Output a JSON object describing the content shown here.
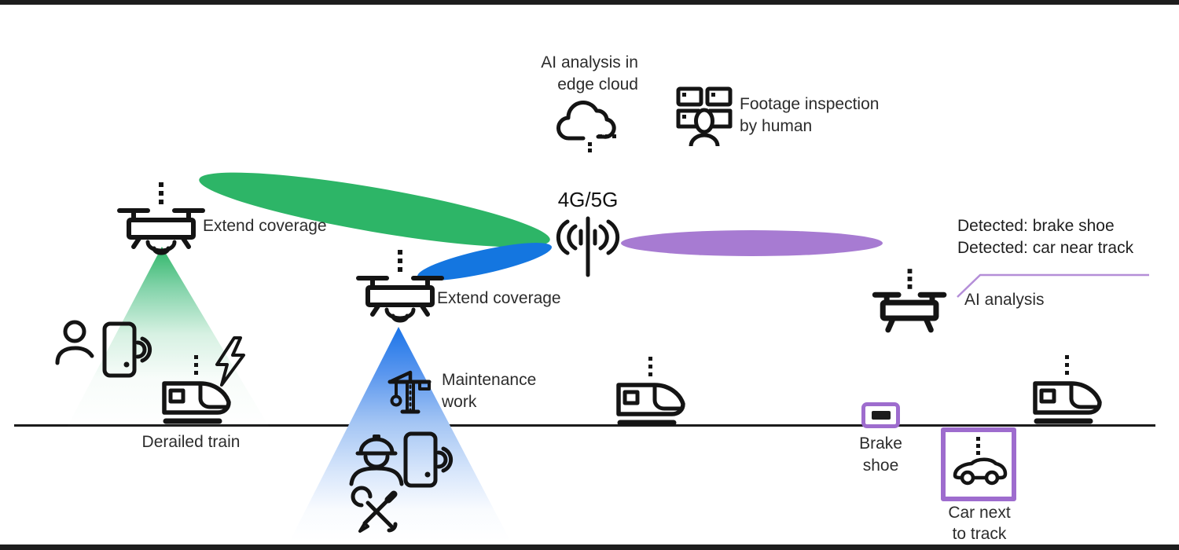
{
  "colors": {
    "coverage_green": "#2db567",
    "coverage_blue": "#1476e0",
    "link_purple": "#a77bd2",
    "detection_box_purple": "#9e6cce",
    "callout_purple": "#b48ed8",
    "ink": "#1b1b1b"
  },
  "cloud": {
    "label": "AI analysis in\nedge cloud"
  },
  "inspection": {
    "label": "Footage inspection\nby human"
  },
  "network": {
    "label": "4G/5G"
  },
  "drones": {
    "left_label": "Extend coverage",
    "mid_label": "Extend coverage",
    "right_label": "AI analysis"
  },
  "detections": {
    "text": "Detected: brake shoe\nDetected: car near track"
  },
  "ground": {
    "derailed_label": "Derailed train",
    "maintenance_label": "Maintenance\nwork",
    "brake_shoe_label": "Brake\nshoe",
    "car_label": "Car next\nto track"
  },
  "icons": {
    "cloud-edge-icon": "cloud outline with dotted links",
    "monitor-wall-person-icon": "four screens with human silhouette",
    "antenna-icon": "4G/5G mast with radio waves",
    "drone-icon": "quadcopter outline",
    "train-icon": "high-speed train with signal dots",
    "person-icon": "person outline",
    "phone-icon": "smartphone with signal waves",
    "worker-icon": "worker with hard hat",
    "tools-icon": "crossed wrench and screwdriver",
    "crane-icon": "construction crane",
    "lightning-icon": "lightning bolt",
    "car-icon": "car with signal dots",
    "brake-shoe-icon": "brake shoe block"
  }
}
